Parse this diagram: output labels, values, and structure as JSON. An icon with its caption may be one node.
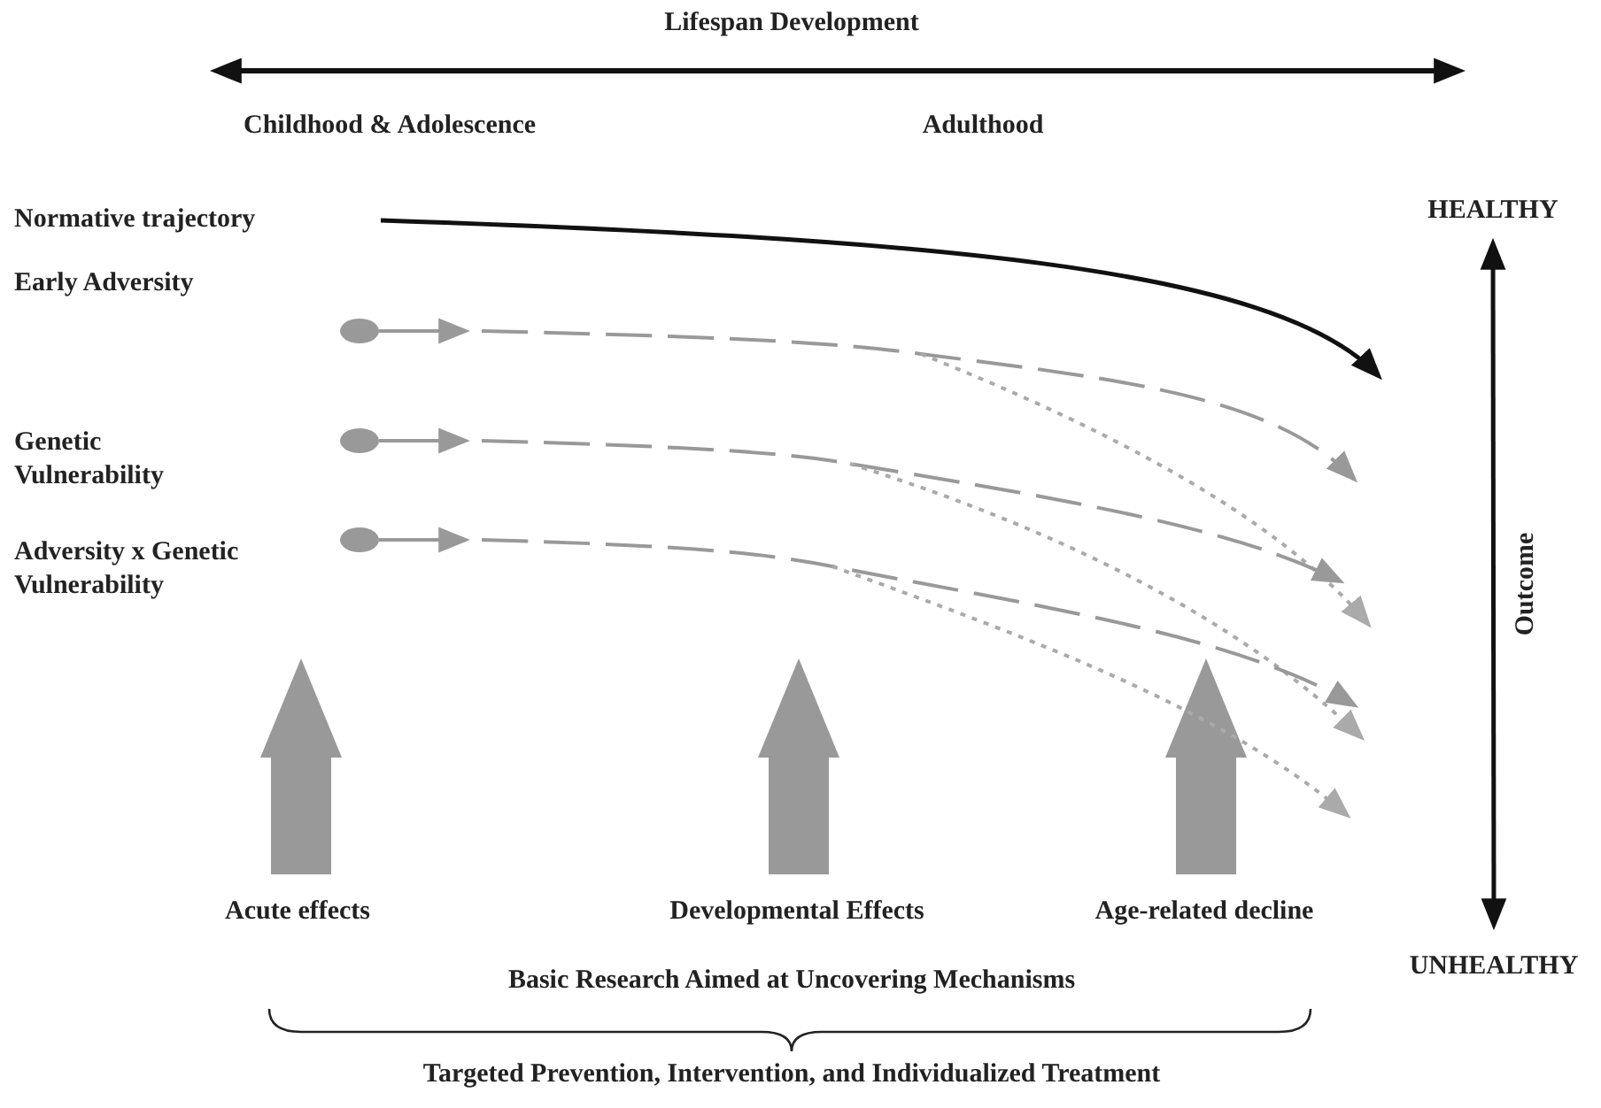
{
  "diagram": {
    "nodes": [
      {
        "text": [
          "Normative trajectory"
        ]
      },
      {
        "text": [
          "Early Adversity"
        ]
      },
      {
        "text": [],
        "shape": "circle"
      },
      {
        "text": [
          "Genetic Vulnerability"
        ]
      },
      {
        "text": [],
        "shape": "circle"
      },
      {
        "text": [
          "Adversity x Genetic Vulnerability"
        ]
      },
      {
        "text": [],
        "shape": "circle"
      },
      {
        "text": [
          "HEALTHY"
        ]
      },
      {
        "text": [
          "UNHEALTHY"
        ]
      }
    ],
    "edges": [
      {
        "from": 0,
        "to": null,
        "arrow": "to",
        "color": "#111111"
      },
      {
        "from": 2,
        "to": null,
        "arrow": "to",
        "color": "#999999"
      },
      {
        "from": 2,
        "to": null,
        "arrow": "to",
        "style": "dashed",
        "color": "#999999"
      },
      {
        "from": 2,
        "to": null,
        "arrow": "to",
        "style": "dashed",
        "color": "#aaaaaa"
      },
      {
        "from": 4,
        "to": null,
        "arrow": "to",
        "color": "#999999"
      },
      {
        "from": 4,
        "to": null,
        "arrow": "to",
        "style": "dashed",
        "color": "#999999"
      },
      {
        "from": 4,
        "to": null,
        "arrow": "to",
        "style": "dashed",
        "color": "#aaaaaa"
      },
      {
        "from": 6,
        "to": null,
        "arrow": "to",
        "color": "#999999"
      },
      {
        "from": 6,
        "to": null,
        "arrow": "to",
        "style": "dashed",
        "color": "#999999"
      },
      {
        "from": 6,
        "to": null,
        "arrow": "to",
        "style": "dashed",
        "color": "#aaaaaa"
      },
      {
        "from": 7,
        "to": 8,
        "arrow": "both",
        "label": "Outcome",
        "color": "#111111"
      }
    ],
    "labels": [
      "Lifespan Development",
      "Childhood & Adolescence",
      "Adulthood",
      "Acute effects",
      "Developmental Effects",
      "Age-related decline",
      "Basic Research Aimed at Uncovering Mechanisms",
      "Targeted Prevention, Intervention, and Individualized Treatment"
    ]
  }
}
